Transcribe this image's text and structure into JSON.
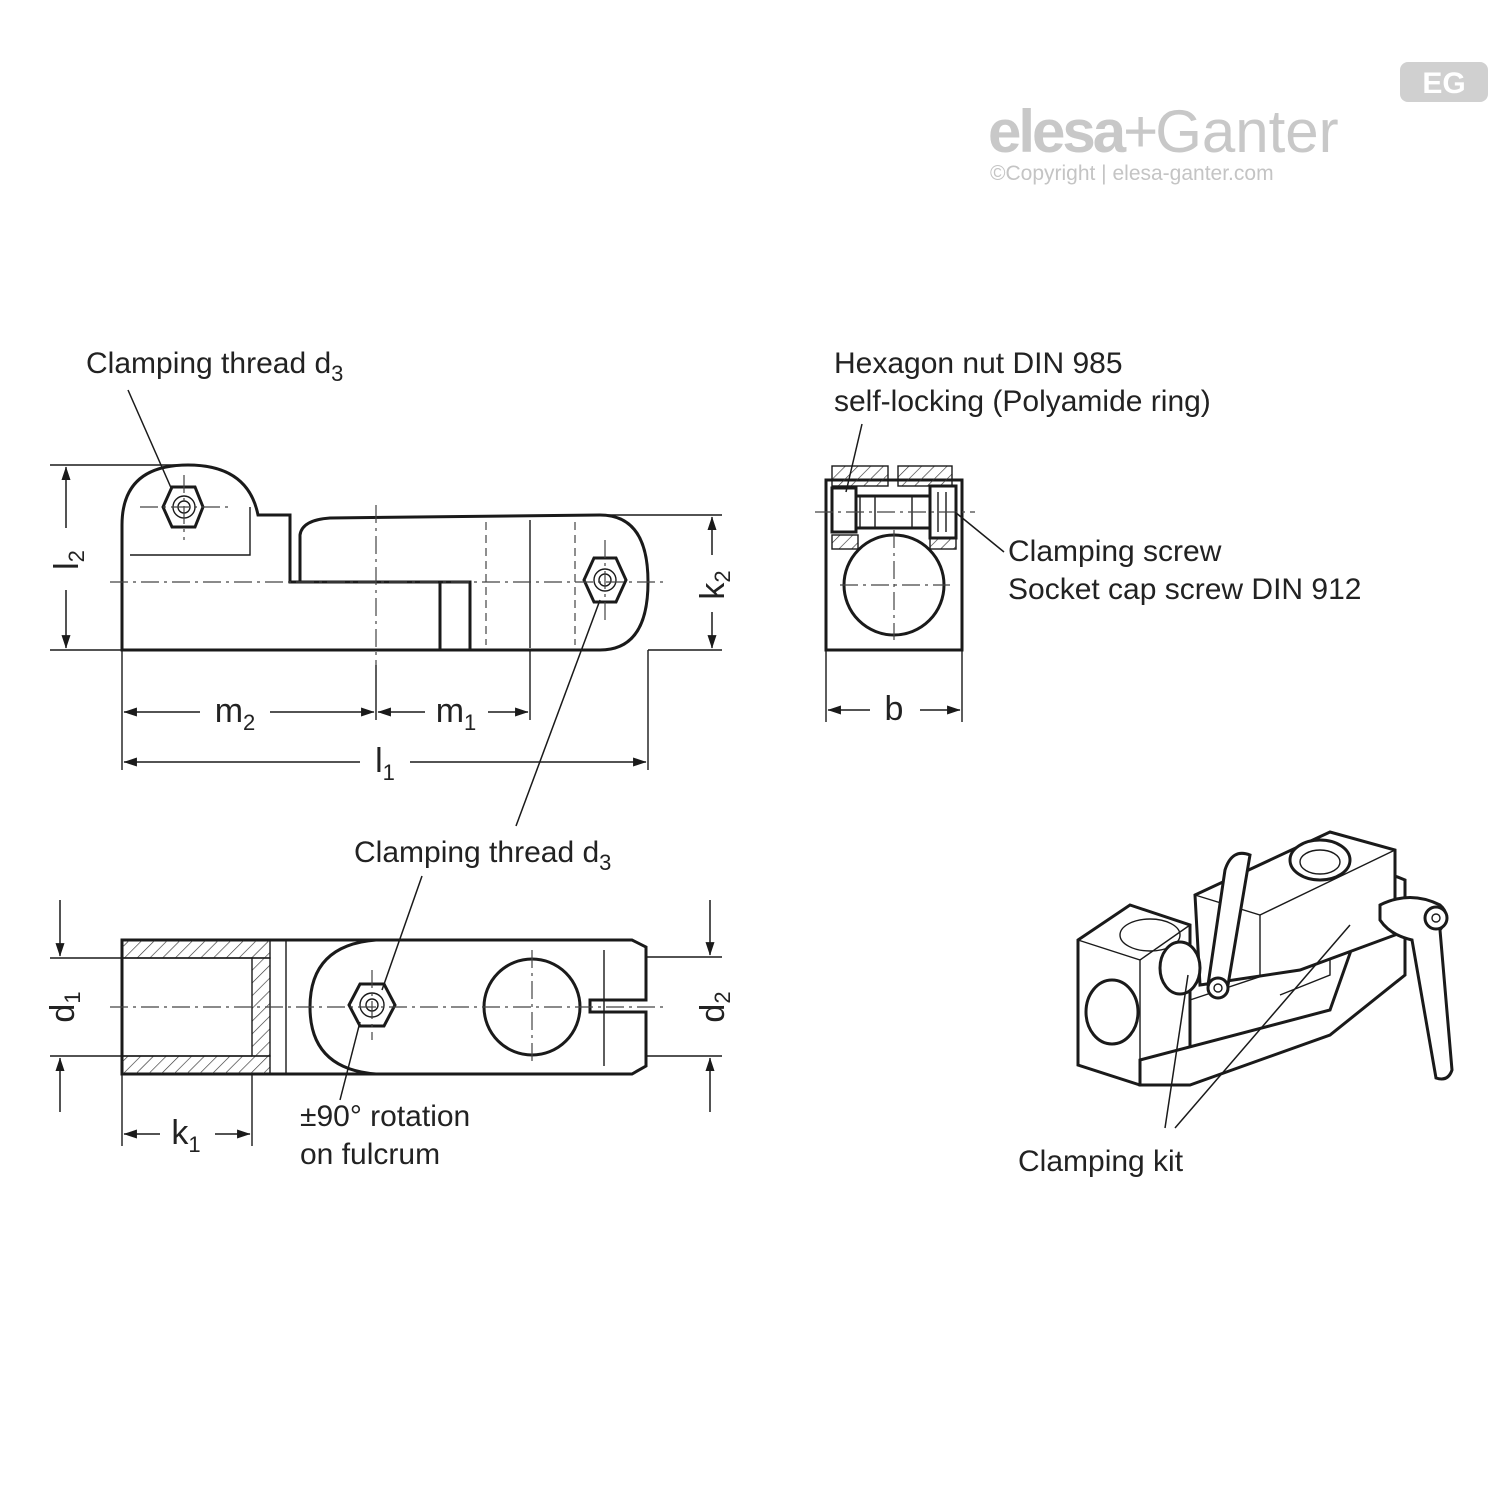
{
  "logo": {
    "brand_left": "elesa",
    "brand_plus": "+",
    "brand_right": "Ganter",
    "badge": "EG",
    "copyright": "©Copyright | elesa-ganter.com"
  },
  "labels": {
    "clamping_thread_top": {
      "text": "Clamping thread d",
      "sub": "3"
    },
    "clamping_thread_mid": {
      "text": "Clamping thread d",
      "sub": "3"
    },
    "hexagon_nut_line1": "Hexagon nut  DIN 985",
    "hexagon_nut_line2": "self-locking (Polyamide ring)",
    "clamping_screw_line1": "Clamping screw",
    "clamping_screw_line2": "Socket cap screw DIN 912",
    "rotation_line1": "±90° rotation",
    "rotation_line2": "on fulcrum",
    "clamping_kit": "Clamping kit"
  },
  "dimensions": {
    "l2": {
      "main": "l",
      "sub": "2"
    },
    "k2": {
      "main": "k",
      "sub": "2"
    },
    "m2": {
      "main": "m",
      "sub": "2"
    },
    "m1": {
      "main": "m",
      "sub": "1"
    },
    "l1": {
      "main": "l",
      "sub": "1"
    },
    "b": {
      "main": "b",
      "sub": ""
    },
    "d1": {
      "main": "d",
      "sub": "1"
    },
    "d2": {
      "main": "d",
      "sub": "2"
    },
    "k1": {
      "main": "k",
      "sub": "1"
    }
  }
}
